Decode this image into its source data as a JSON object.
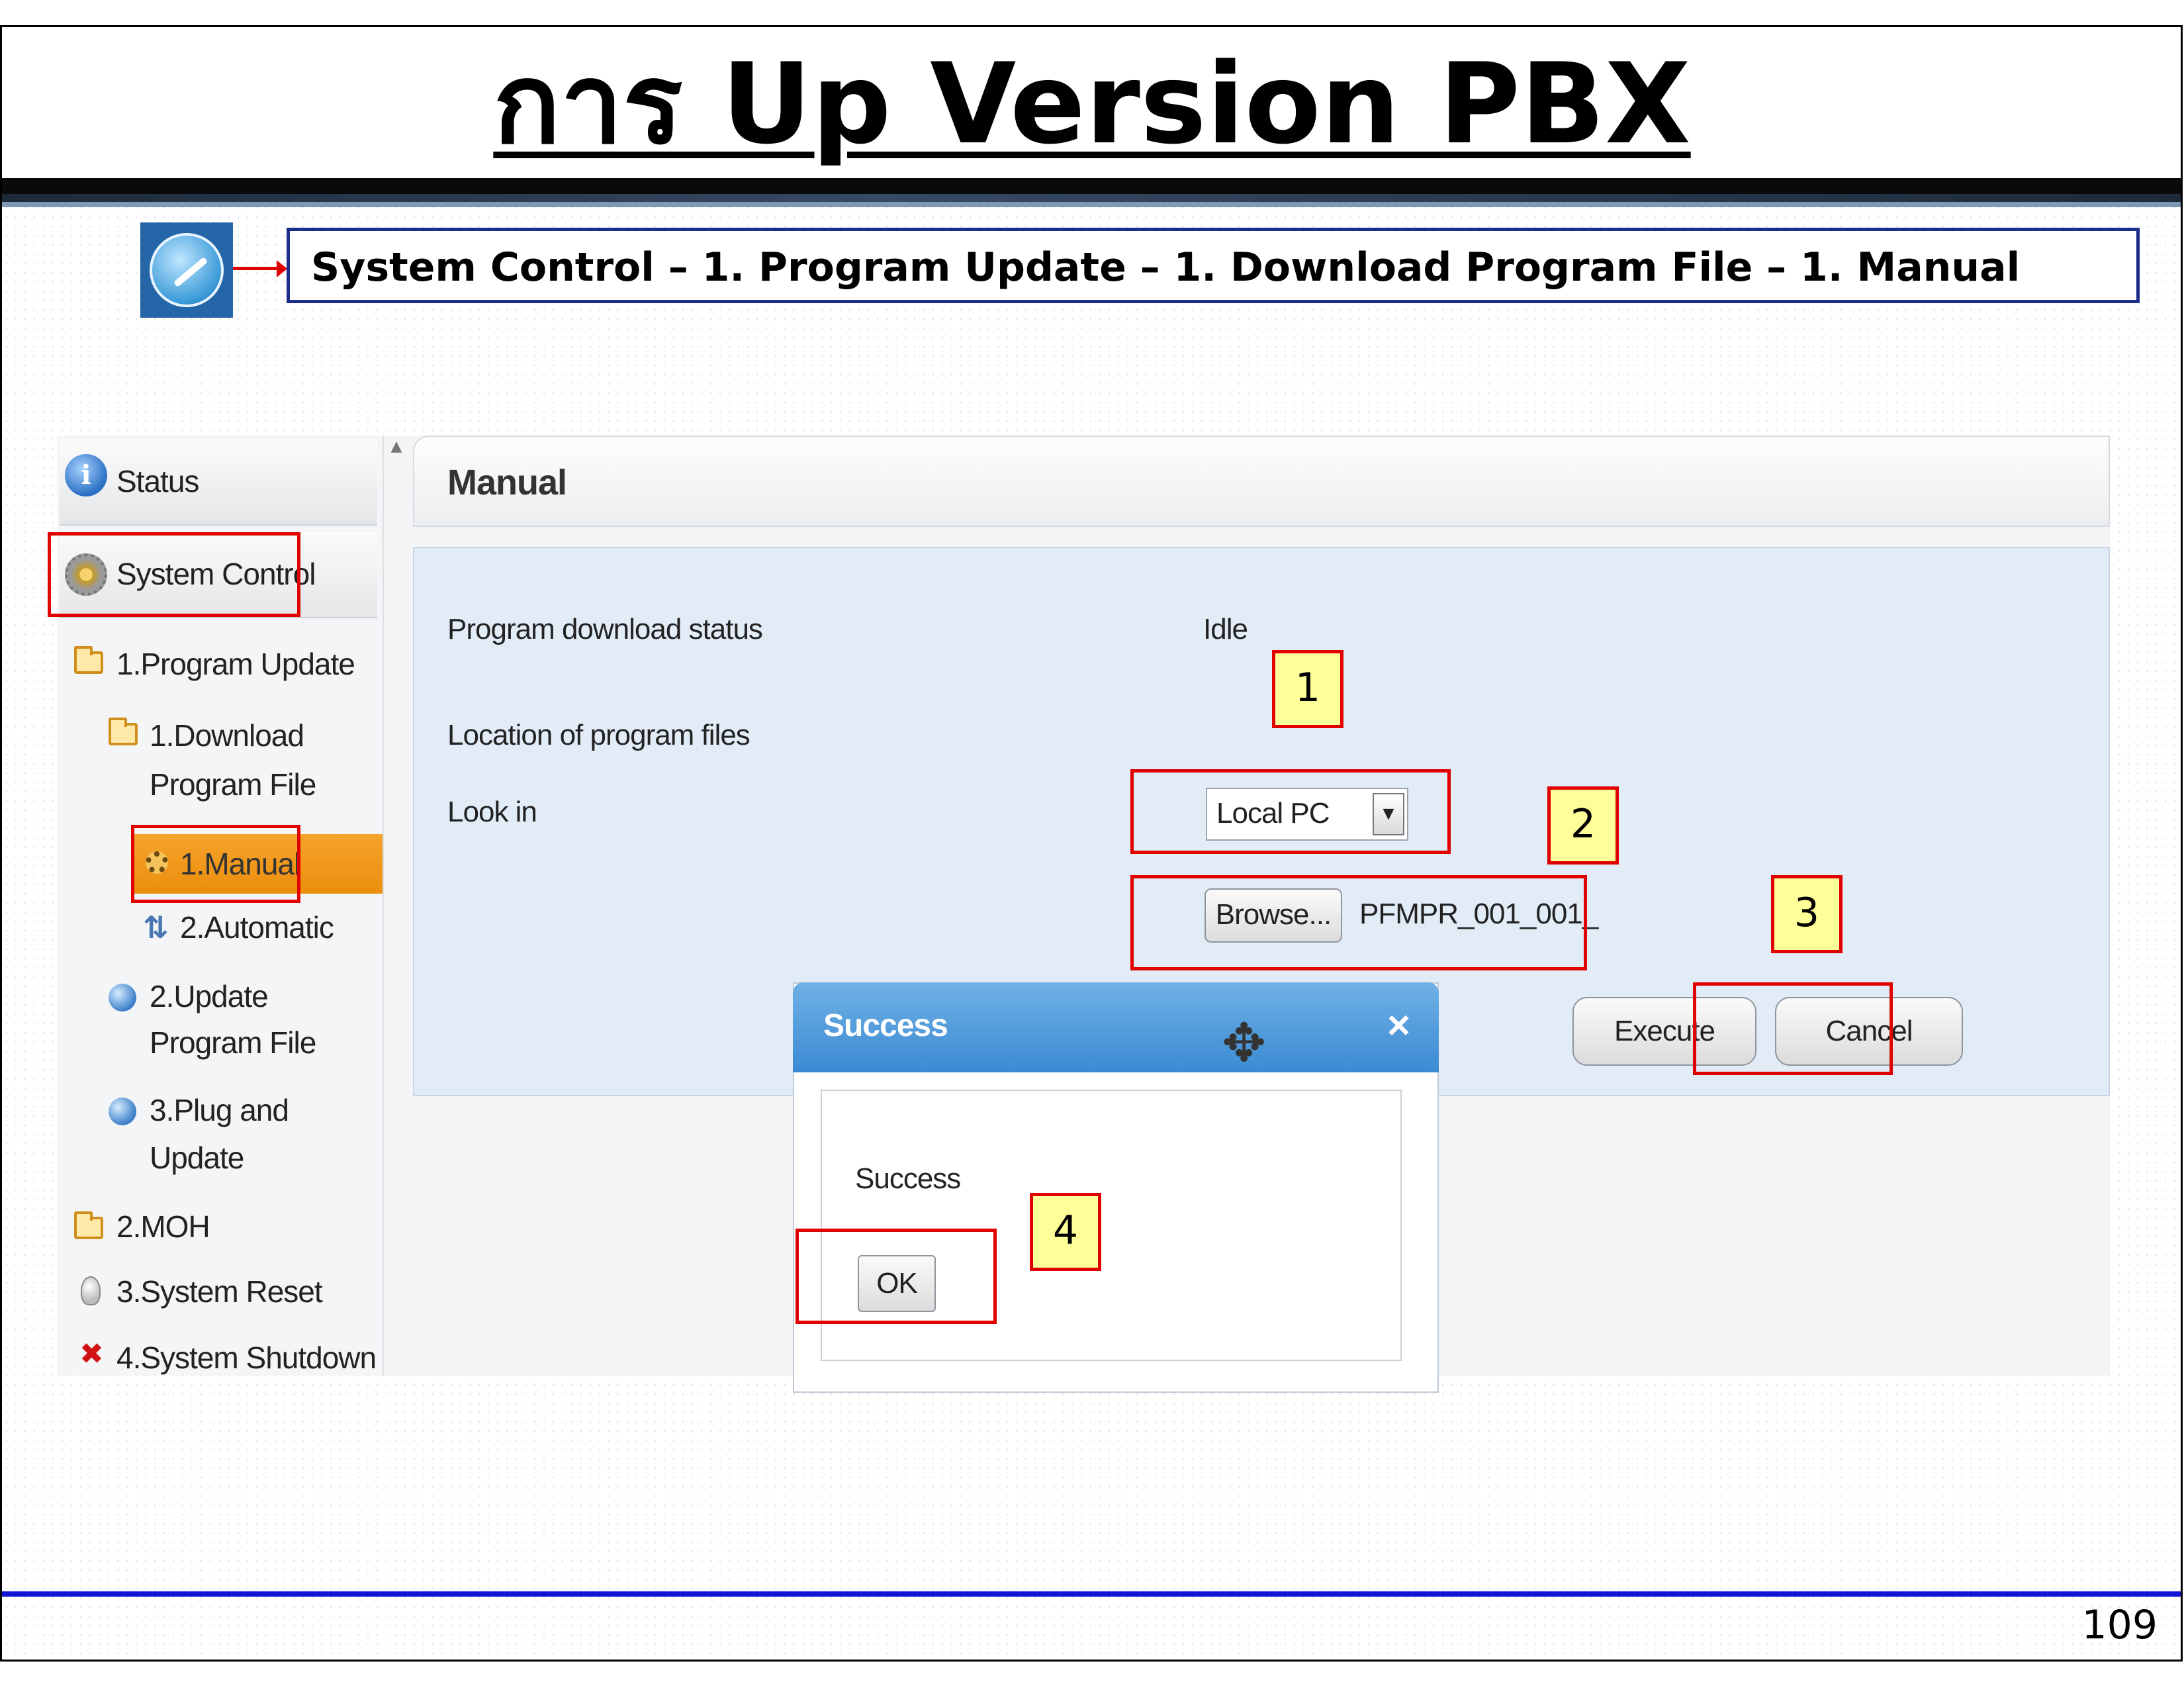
{
  "slide": {
    "title": "การ Up Version PBX",
    "breadcrumb": "System Control – 1. Program Update – 1. Download Program File – 1. Manual",
    "page_number": "109"
  },
  "sidebar": {
    "status": "Status",
    "system_control": "System Control",
    "program_update": "1.Program Update",
    "download_line1": "1.Download",
    "download_line2": "Program File",
    "manual": "1.Manual",
    "automatic": "2.Automatic",
    "update_line1": "2.Update",
    "update_line2": "Program File",
    "plug_line1": "3.Plug and",
    "plug_line2": "Update",
    "moh": "2.MOH",
    "system_reset": "3.System Reset",
    "system_shutdown": "4.System Shutdown"
  },
  "main": {
    "header": "Manual",
    "download_status_label": "Program download status",
    "download_status_value": "Idle",
    "location_label": "Location of program files",
    "look_in_label": "Look in",
    "look_in_value": "Local PC",
    "browse_label": "Browse...",
    "file_name": "PFMPR_001_001_",
    "execute_label": "Execute",
    "cancel_label": "Cancel"
  },
  "dialog": {
    "title": "Success",
    "message": "Success",
    "ok_label": "OK",
    "close_glyph": "×"
  },
  "steps": [
    "1",
    "2",
    "3",
    "4"
  ],
  "colors": {
    "highlight_red": "#e00000",
    "step_fill": "#ffff99",
    "breadcrumb_border": "#1d2d8a",
    "selected_orange": "#f29a1c",
    "dialog_blue": "#3b8ad2"
  }
}
